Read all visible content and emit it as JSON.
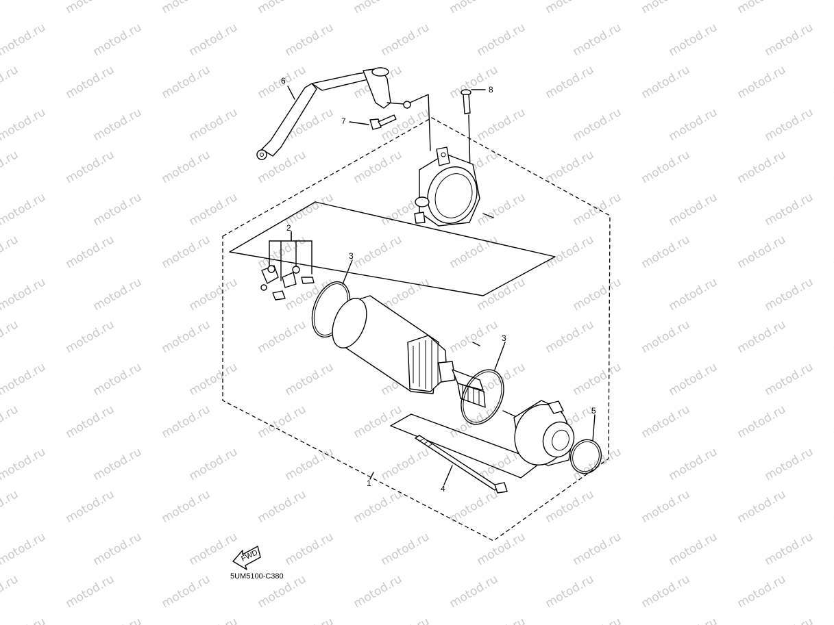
{
  "watermark": "motod.ru",
  "callouts": {
    "c1": "1",
    "c2": "2",
    "c3a": "3",
    "c3b": "3",
    "c4": "4",
    "c5": "5",
    "c6": "6",
    "c7": "7",
    "c8": "8"
  },
  "fwd_label": "FWD",
  "diagram_code": "5UM5100-C380",
  "colors": {
    "line": "#000000",
    "watermark": "#c9c9c9",
    "background": "#ffffff"
  }
}
